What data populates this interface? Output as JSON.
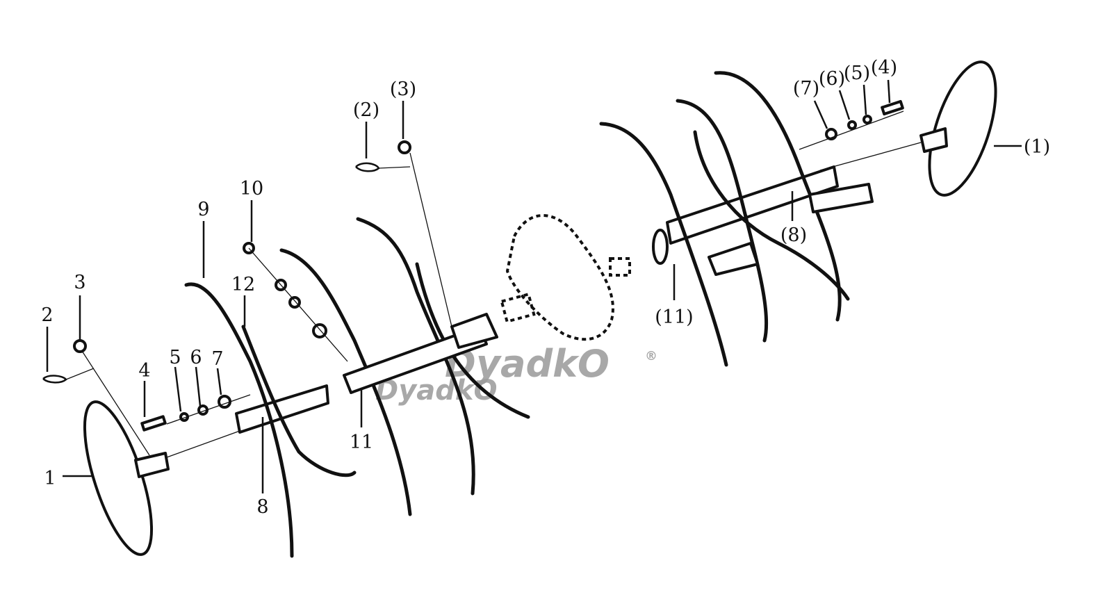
{
  "left_assembly": {
    "labels": {
      "l1": "1",
      "l2": "2",
      "l3": "3",
      "l4": "4",
      "l5": "5",
      "l6": "6",
      "l7": "7",
      "l8": "8",
      "l9": "9",
      "l10": "10",
      "l11": "11",
      "l12": "12"
    }
  },
  "right_assembly": {
    "labels": {
      "r1": "(1)",
      "r2": "(2)",
      "r3": "(3)",
      "r4": "(4)",
      "r5": "(5)",
      "r6": "(6)",
      "r7": "(7)",
      "r8": "(8)",
      "r11": "(11)"
    }
  },
  "watermark": {
    "text": "DyadkO",
    "mark": "®"
  }
}
